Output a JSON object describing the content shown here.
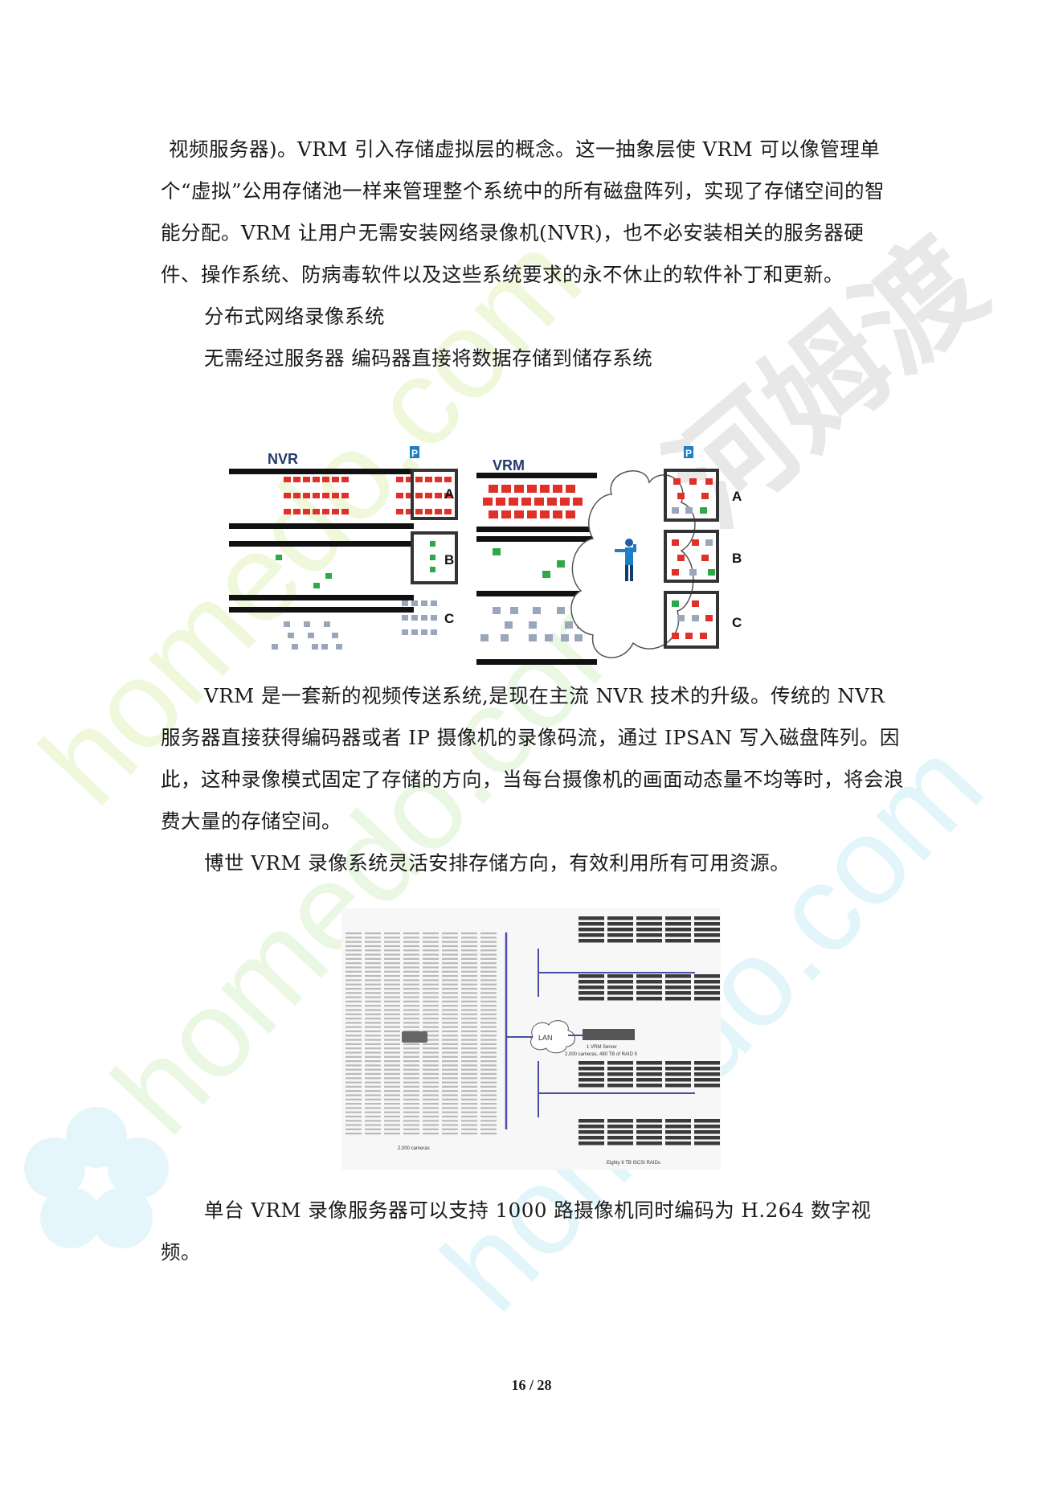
{
  "paragraphs": [
    "视频服务器)。VRM 引入存储虚拟层的概念。这一抽象层使 VRM 可以像管理单个“虚拟”公用存储池一样来管理整个系统中的所有磁盘阵列，实现了存储空间的智能分配。VRM 让用户无需安装网络录像机(NVR)，也不必安装相关的服务器硬件、操作系统、防病毒软件以及这些系统要求的永不休止的软件补丁和更新。",
    "分布式网络录像系统",
    "无需经过服务器  编码器直接将数据存储到储存系统"
  ],
  "paragraphs2": [
    "VRM 是一套新的视频传送系统,是现在主流 NVR 技术的升级。传统的 NVR 服务器直接获得编码器或者 IP 摄像机的录像码流，通过 IPSAN 写入磁盘阵列。因此，这种录像模式固定了存储的方向，当每台摄像机的画面动态量不均等时，将会浪费大量的存储空间。",
    "博世 VRM 录像系统灵活安排存储方向，有效利用所有可用资源。"
  ],
  "caption": "单台 VRM 录像服务器可以支持 1000 路摄像机同时编码为 H.264 数字视频。",
  "figure1": {
    "left_title": "NVR",
    "right_title": "VRM",
    "parking_label": "P",
    "storage_labels": [
      "A",
      "B",
      "C"
    ]
  },
  "figure2": {
    "lan_label": "LAN",
    "cameras_label": "2,000 cameras",
    "server_label": "1 VRM Server",
    "server_sublabel": "2,000 cameras, 480 TB of RAID 5",
    "raids_label": "Eighty 6 TB iSCSI RAIDs"
  },
  "watermark": {
    "url_text": "homedo.com",
    "brand_text": "河姆渡"
  },
  "page_number": "16 / 28",
  "colors": {
    "red": "#e0302a",
    "green": "#2fa84a",
    "gray": "#9aa6bb",
    "navy": "#223a6b",
    "wm_green": "#eef7d8",
    "wm_cyan": "#dff4fb",
    "wm_gray": "#e6e6e6"
  }
}
